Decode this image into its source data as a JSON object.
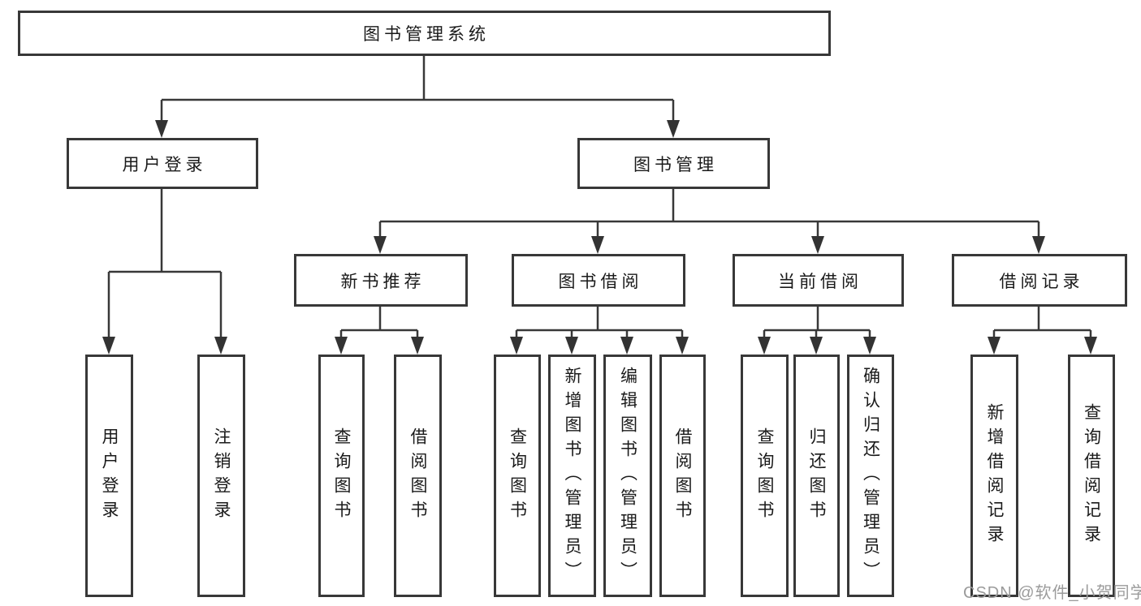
{
  "tree": {
    "label": "图书管理系统",
    "children": [
      {
        "label": "用户登录",
        "children": [
          {
            "label": "用户登录"
          },
          {
            "label": "注销登录"
          }
        ]
      },
      {
        "label": "图书管理",
        "children": [
          {
            "label": "新书推荐",
            "children": [
              {
                "label": "查询图书"
              },
              {
                "label": "借阅图书"
              }
            ]
          },
          {
            "label": "图书借阅",
            "children": [
              {
                "label": "查询图书"
              },
              {
                "label": "新增图书（管理员）"
              },
              {
                "label": "编辑图书（管理员）"
              },
              {
                "label": "借阅图书"
              }
            ]
          },
          {
            "label": "当前借阅",
            "children": [
              {
                "label": "查询图书"
              },
              {
                "label": "归还图书"
              },
              {
                "label": "确认归还（管理员）"
              }
            ]
          },
          {
            "label": "借阅记录",
            "children": [
              {
                "label": "新增借阅记录"
              },
              {
                "label": "查询借阅记录"
              }
            ]
          }
        ]
      }
    ]
  },
  "watermark": {
    "text": "CSDN @软件_小贺同学"
  },
  "colors": {
    "line": "#383838",
    "text": "#1a1a1a",
    "watermark": "#9b9b9b",
    "background": "#ffffff"
  }
}
